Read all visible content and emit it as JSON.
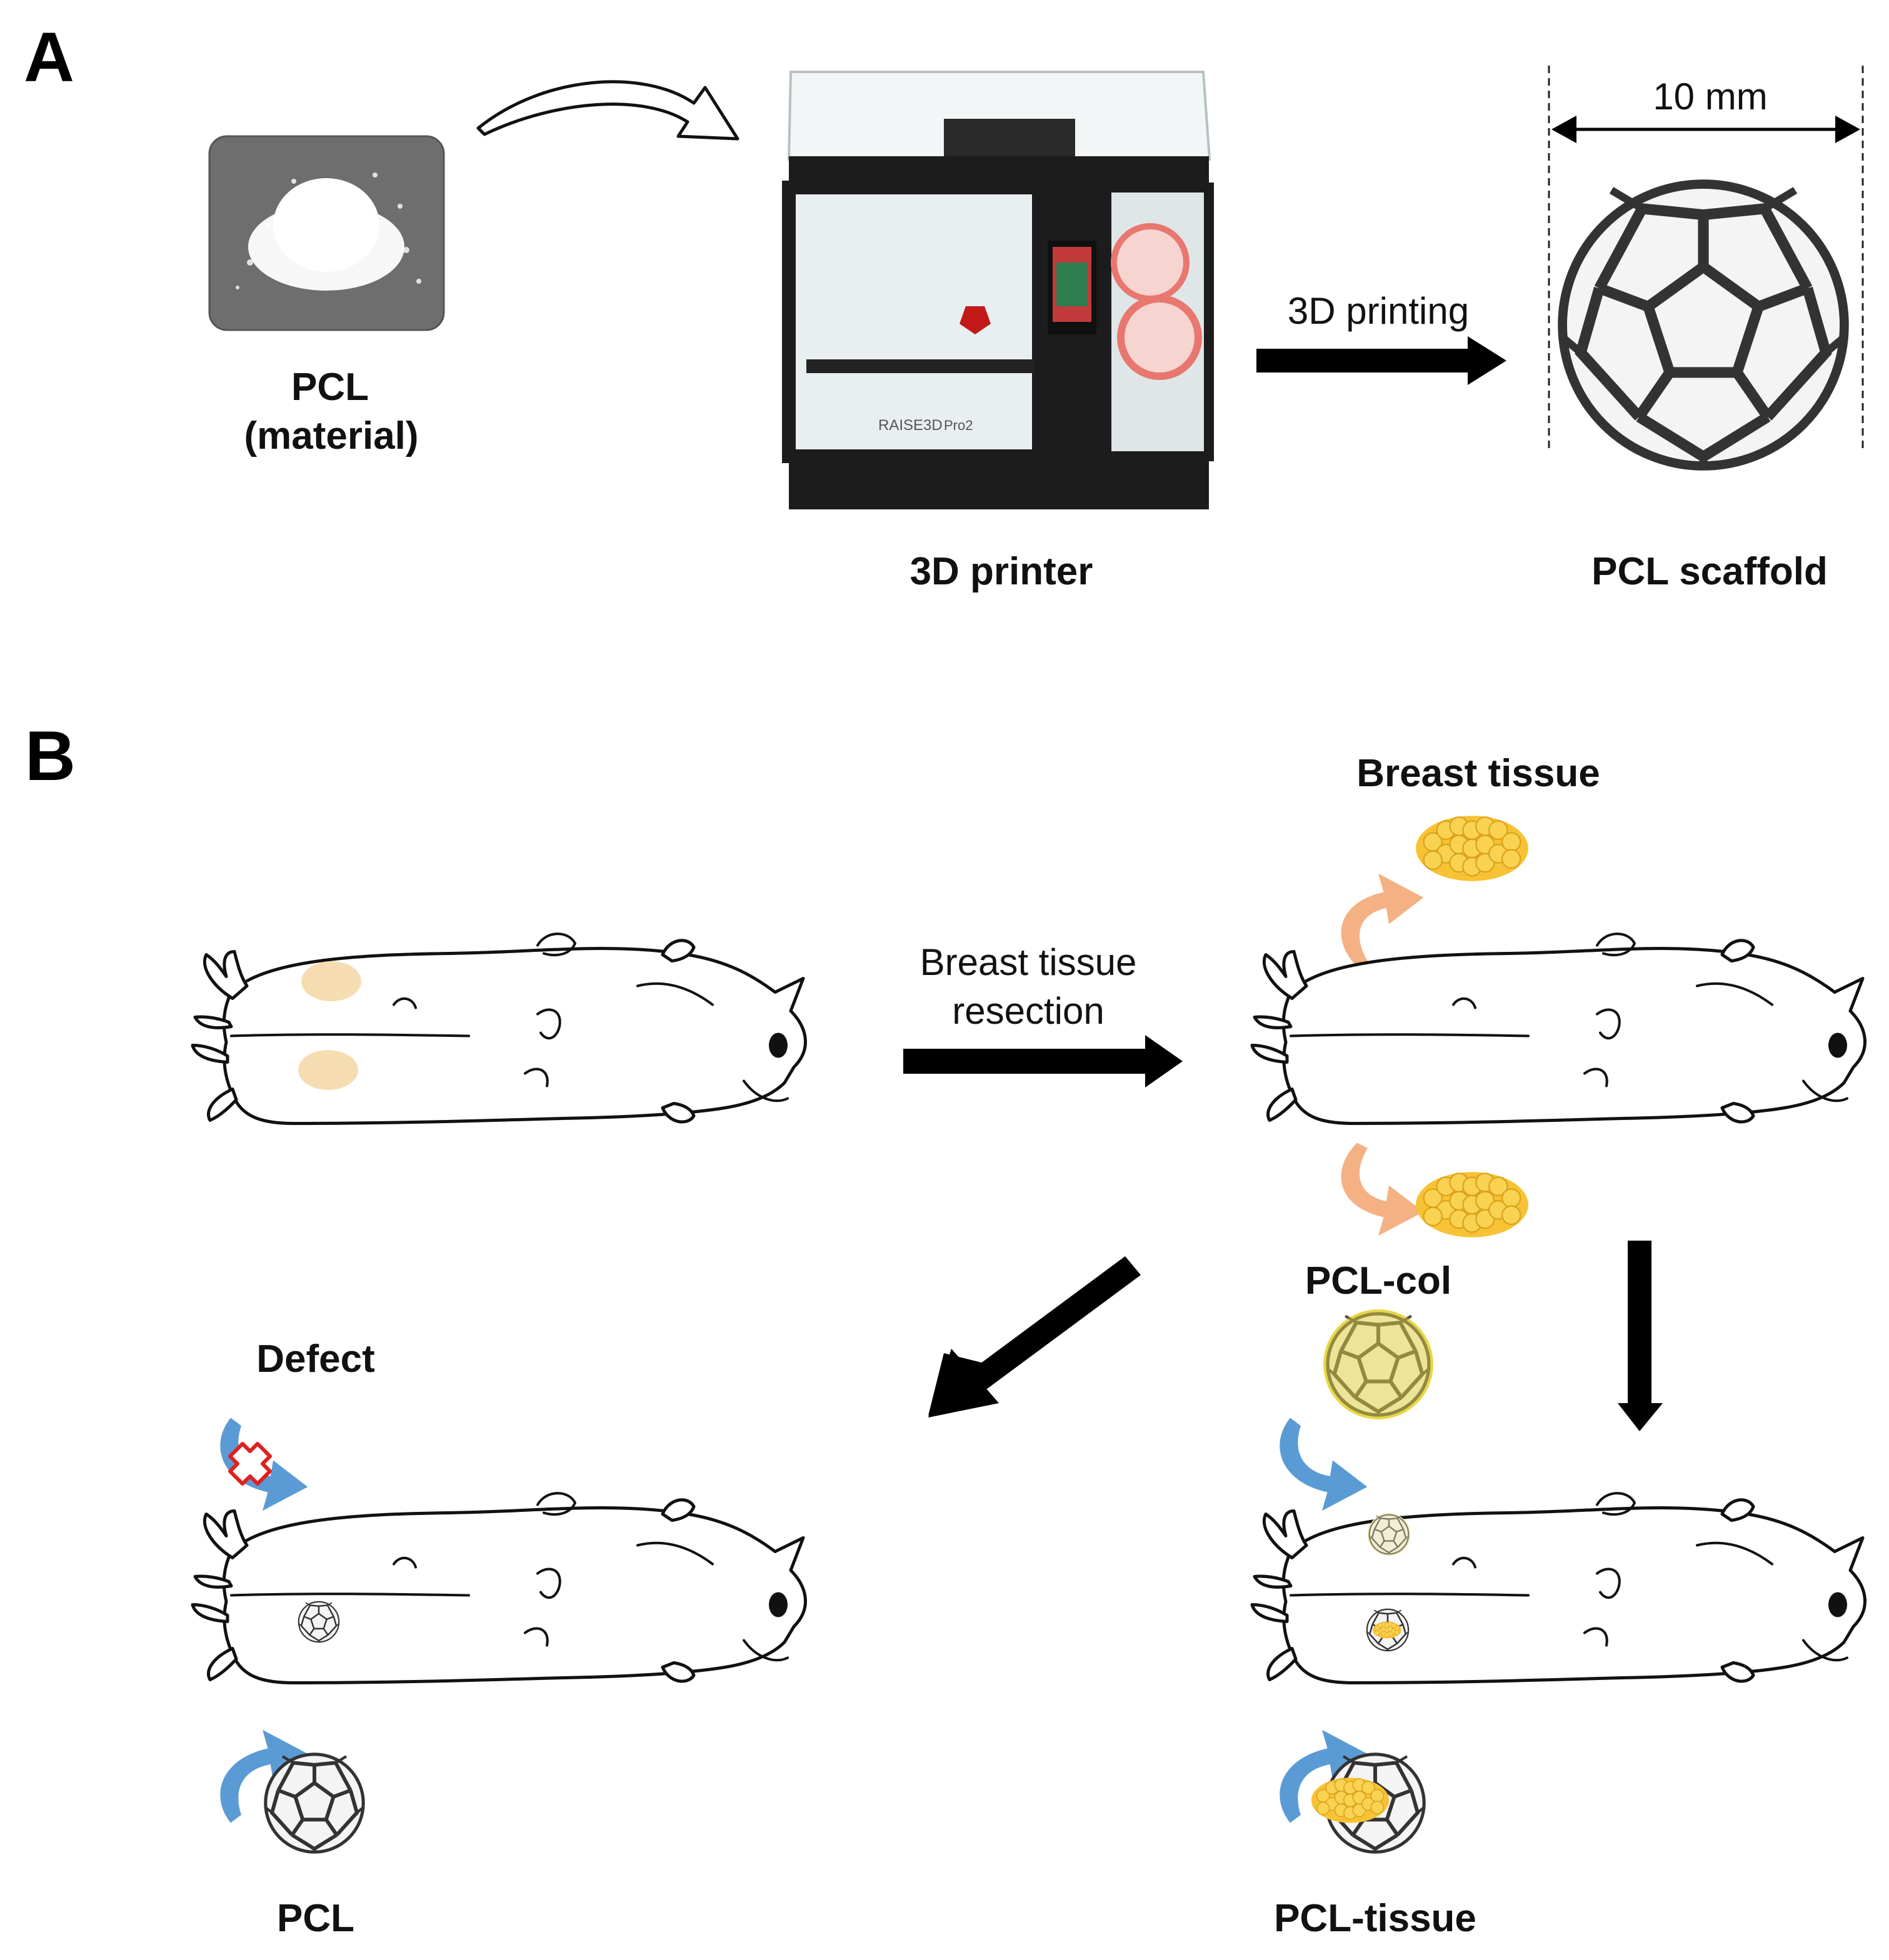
{
  "panel_a": {
    "letter": "A",
    "material_label_line1": "PCL",
    "material_label_line2": "(material)",
    "printer_label": "3D printer",
    "printer_brand": "RAISE3D",
    "printer_model": "Pro2",
    "process_label": "3D printing",
    "scaffold_label": "PCL scaffold",
    "dimension_label": "10 mm"
  },
  "panel_b": {
    "letter": "B",
    "resection_label_line1": "Breast tissue",
    "resection_label_line2": "resection",
    "breast_tissue_label": "Breast tissue",
    "defect_label": "Defect",
    "pcl_label": "PCL",
    "pcl_col_label": "PCL-col",
    "pcl_tissue_label": "PCL-tissue"
  },
  "colors": {
    "black": "#000000",
    "blue_arrow": "#5b9bd5",
    "orange_arrow": "#f4b183",
    "tissue_yellow": "#f7c234",
    "collagen_yellow": "#e8d84a",
    "defect_red": "#e02020",
    "printer_body": "#1c1c1c",
    "filament_red": "#e8776f"
  },
  "icons": [
    "curved-arrow-icon",
    "cross-mark-icon",
    "fat-cluster-icon",
    "scaffold-ball-icon",
    "rat-drawing-icon"
  ]
}
